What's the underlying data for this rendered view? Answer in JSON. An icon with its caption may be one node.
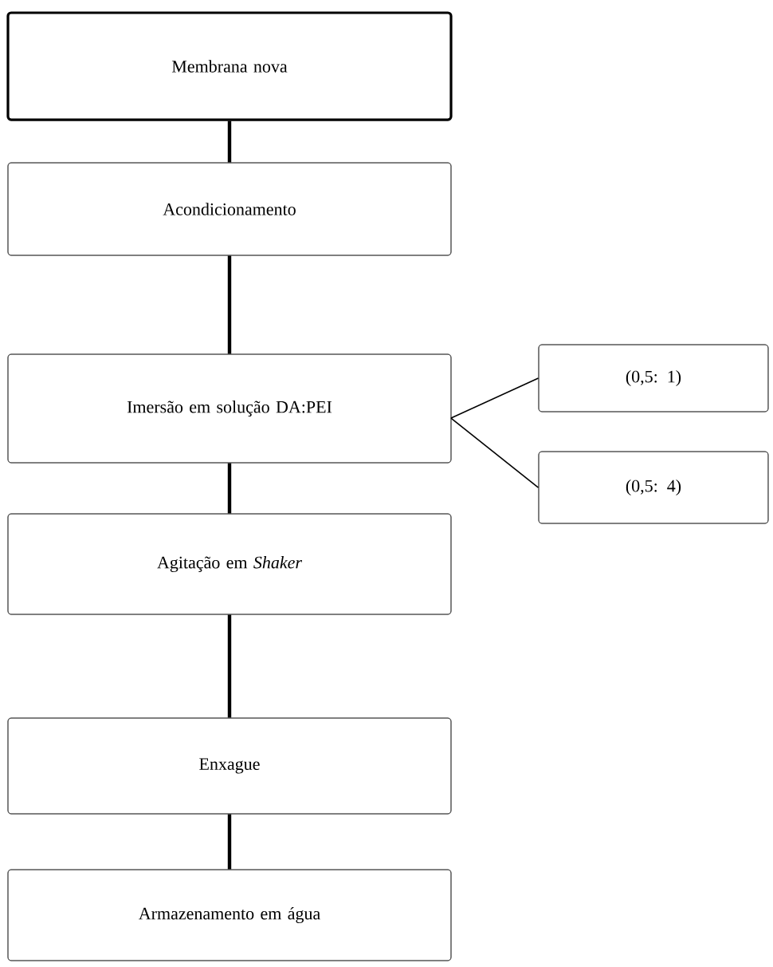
{
  "diagram": {
    "nodes": [
      {
        "text": [
          "Membrana nova"
        ]
      },
      {
        "text": [
          "Acondicionamento"
        ]
      },
      {
        "text": [
          "Imersão em solução DA:PEI"
        ]
      },
      {
        "text": [
          "Agitação em *Shaker*"
        ]
      },
      {
        "text": [
          "Enxague"
        ]
      },
      {
        "text": [
          "Armazenamento em água"
        ]
      },
      {
        "text": [
          "(0,5: 1)"
        ]
      },
      {
        "text": [
          "(0,5: 4)"
        ]
      }
    ],
    "edges": [
      {
        "from": 0,
        "to": 1,
        "arrow": "none"
      },
      {
        "from": 1,
        "to": 2,
        "arrow": "none"
      },
      {
        "from": 2,
        "to": 3,
        "arrow": "none"
      },
      {
        "from": 3,
        "to": 4,
        "arrow": "none"
      },
      {
        "from": 4,
        "to": 5,
        "arrow": "none"
      },
      {
        "from": 2,
        "to": 6,
        "arrow": "none"
      },
      {
        "from": 2,
        "to": 7,
        "arrow": "none"
      }
    ]
  }
}
